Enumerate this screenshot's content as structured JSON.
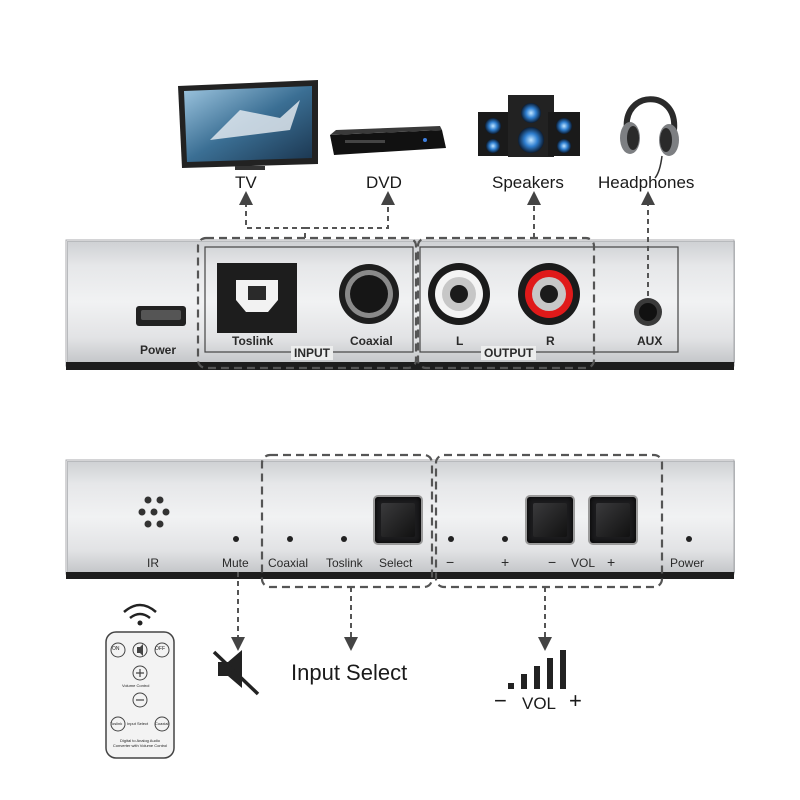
{
  "top": {
    "devices": {
      "tv": "TV",
      "dvd": "DVD",
      "speakers": "Speakers",
      "headphones": "Headphones"
    },
    "ports": {
      "power": "Power",
      "toslink": "Toslink",
      "coaxial": "Coaxial",
      "input_group": "INPUT",
      "left": "L",
      "right": "R",
      "output_group": "OUTPUT",
      "aux": "AUX"
    }
  },
  "bottom": {
    "panel": {
      "ir": "IR",
      "mute": "Mute",
      "coaxial": "Coaxial",
      "toslink": "Toslink",
      "select": "Select",
      "minus_small": "−",
      "plus_small": "+",
      "vol_minus": "−",
      "vol": "VOL",
      "vol_plus": "+",
      "power": "Power"
    },
    "features": {
      "input_select": "Input Select",
      "vol_minus": "−",
      "vol": "VOL",
      "vol_plus": "+"
    },
    "remote": {
      "on": "ON",
      "off": "OFF",
      "volume_control": "Volume Control",
      "toslink": "Toslink",
      "input_select": "Input Select",
      "coaxial": "Coaxial",
      "footer": "Digital to Analog Audio Converter with Volume Control"
    }
  },
  "colors": {
    "panel": "#e6e7e9",
    "rca_right": "#e01a1a",
    "rca_left": "#ffffff",
    "dash": "#555555"
  },
  "icons": [
    "tv-icon",
    "dvd-player-icon",
    "speakers-icon",
    "headphones-icon",
    "mute-icon",
    "volume-bars-icon",
    "remote-icon",
    "wifi-signal-icon"
  ]
}
